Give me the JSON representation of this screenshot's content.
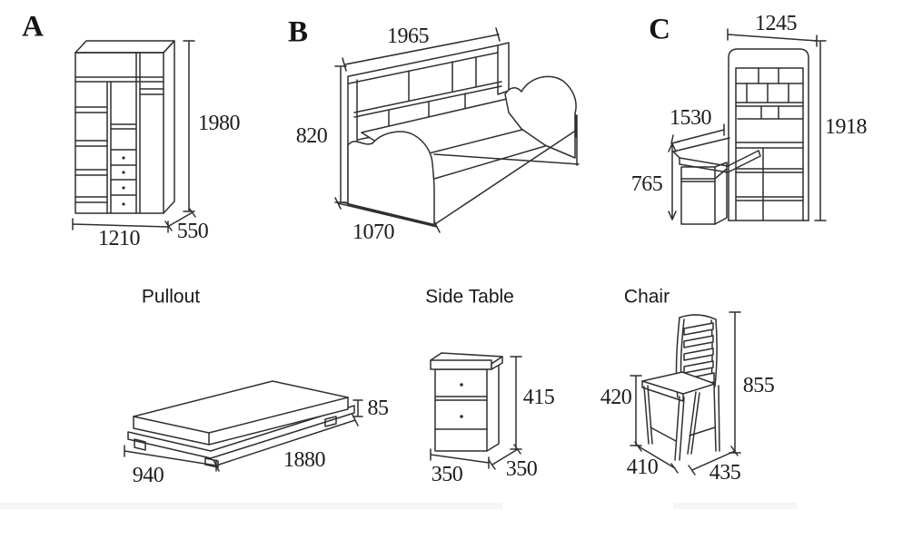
{
  "items": {
    "wardrobe": {
      "label": "A",
      "dims": {
        "height": "1980",
        "width": "1210",
        "depth": "550"
      }
    },
    "daybed": {
      "label": "B",
      "dims": {
        "length": "1965",
        "height": "820",
        "depth": "1070"
      }
    },
    "desk": {
      "label": "C",
      "dims": {
        "hutch_width": "1245",
        "desk_length": "1530",
        "desk_height": "765",
        "total_height": "1918"
      }
    },
    "pullout": {
      "label": "Pullout",
      "dims": {
        "width": "940",
        "length": "1880",
        "thickness": "85"
      }
    },
    "side_table": {
      "label": "Side Table",
      "dims": {
        "height": "415",
        "width": "350",
        "depth": "350"
      }
    },
    "chair": {
      "label": "Chair",
      "dims": {
        "seat_height": "420",
        "total_height": "855",
        "width": "410",
        "depth": "435"
      }
    }
  }
}
